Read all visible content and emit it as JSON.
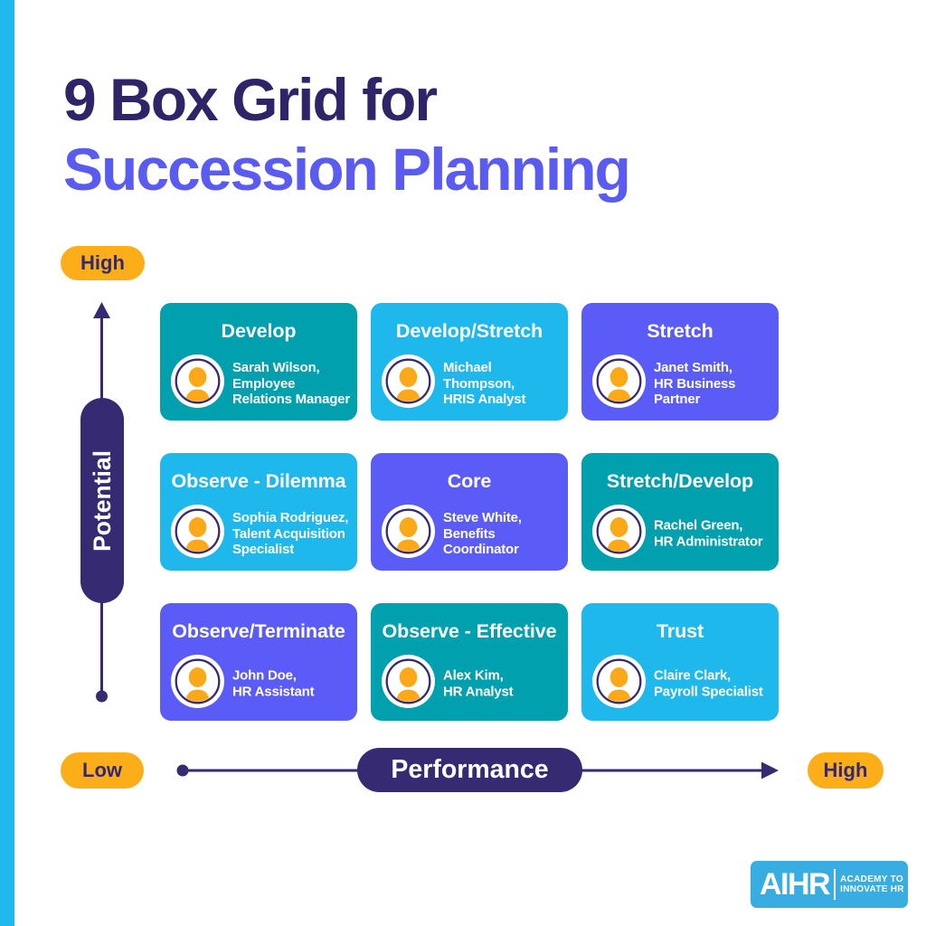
{
  "page": {
    "title_line1": "9 Box Grid for",
    "title_line2": "Succession Planning"
  },
  "colors": {
    "teal": "#00A0AE",
    "cyan": "#1FB8ED",
    "purple": "#5B5BF7",
    "axis_navy": "#362A72",
    "heading_navy": "#2E2467",
    "heading_purple": "#5A5BF0",
    "badge_orange": "#FBAE17",
    "badge_text_navy": "#342875",
    "stripe_cyan": "#20B9EE",
    "logo_blue": "#38ADE2",
    "avatar_orange": "#FBA919"
  },
  "axes": {
    "y_label": "Potential",
    "y_high_badge": "High",
    "x_label": "Performance",
    "x_low_badge": "Low",
    "x_high_badge": "High"
  },
  "grid": {
    "cards": [
      {
        "title": "Develop",
        "person": "Sarah Wilson,\nEmployee\nRelations Manager",
        "color": "teal"
      },
      {
        "title": "Develop/Stretch",
        "person": "Michael\nThompson,\nHRIS Analyst",
        "color": "cyan"
      },
      {
        "title": "Stretch",
        "person": "Janet Smith,\nHR Business\nPartner",
        "color": "purple"
      },
      {
        "title": "Observe - Dilemma",
        "person": "Sophia Rodriguez,\nTalent Acquisition\nSpecialist",
        "color": "cyan"
      },
      {
        "title": "Core",
        "person": "Steve White,\nBenefits\nCoordinator",
        "color": "purple"
      },
      {
        "title": "Stretch/Develop",
        "person": "Rachel Green,\nHR Administrator",
        "color": "teal"
      },
      {
        "title": "Observe/Terminate",
        "person": "John Doe,\nHR Assistant",
        "color": "purple"
      },
      {
        "title": "Observe - Effective",
        "person": "Alex Kim,\nHR Analyst",
        "color": "teal"
      },
      {
        "title": "Trust",
        "person": "Claire Clark,\nPayroll Specialist",
        "color": "cyan"
      }
    ]
  },
  "logo": {
    "brand": "AIHR",
    "tagline": "ACADEMY TO\nINNOVATE HR"
  }
}
